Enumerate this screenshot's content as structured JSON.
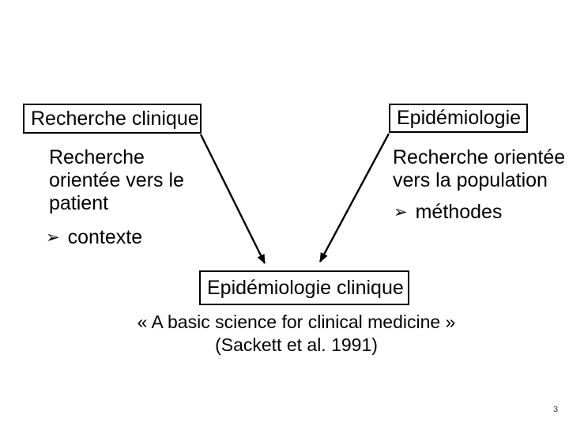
{
  "colors": {
    "background": "#ffffff",
    "ink": "#000000"
  },
  "nodes": {
    "recherche_clinique": {
      "label": "Recherche clinique"
    },
    "epidemiologie": {
      "label": "Epidémiologie"
    },
    "epidemiologie_clinique": {
      "label": "Epidémiologie clinique"
    }
  },
  "left_column": {
    "lines": [
      "Recherche",
      "orientée vers le",
      "patient"
    ],
    "bullet": {
      "glyph": "➢",
      "label": "contexte"
    }
  },
  "right_column": {
    "lines": [
      "Recherche orientée",
      "vers la population"
    ],
    "bullet": {
      "glyph": "➢",
      "label": "méthodes"
    }
  },
  "quote": {
    "line1": "« A basic science for clinical medicine »",
    "line2": "(Sackett et al. 1991)"
  },
  "page": {
    "number": "3"
  }
}
